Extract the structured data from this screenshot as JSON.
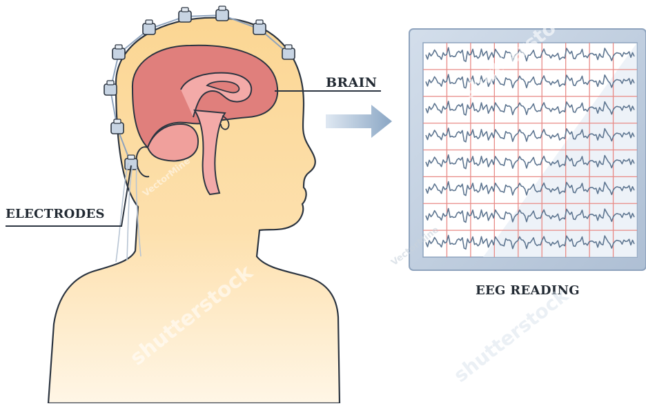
{
  "diagram": {
    "labels": {
      "brain": "BRAIN",
      "electrodes": "ELECTRODES",
      "eeg_reading": "EEG READING"
    },
    "eeg": {
      "channels": 8,
      "grid_columns": 9,
      "grid_rows": 8
    },
    "electrode_count": 9
  },
  "watermark": {
    "brand": "shutterstock",
    "contributor": "VectorMine"
  },
  "colors": {
    "skin": "#fbdca0",
    "skin_outline": "#2b3440",
    "brain": "#e07f7c",
    "brain_inner": "#f3aaa8",
    "monitor_frame": "#bccde1",
    "grid_line": "#e88a86",
    "signal": "#5d7590",
    "arrow": "#9ab4cf",
    "text": "#222a33"
  }
}
